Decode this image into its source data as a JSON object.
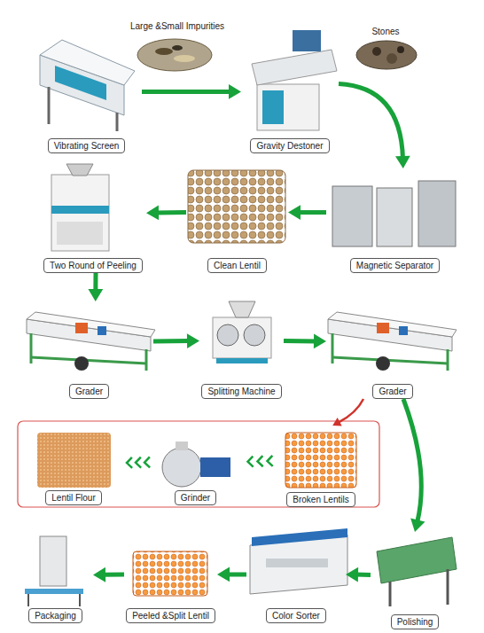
{
  "diagram": {
    "nodes": [
      {
        "text": [
          "Vibrating Screen"
        ]
      },
      {
        "text": [
          "Gravity Destoner"
        ]
      },
      {
        "text": [
          "Magnetic Separator"
        ]
      },
      {
        "text": [
          "Clean Lentil"
        ]
      },
      {
        "text": [
          "Two Round of Peeling"
        ]
      },
      {
        "text": [
          "Grader"
        ]
      },
      {
        "text": [
          "Splitting Machine"
        ]
      },
      {
        "text": [
          "Grader"
        ]
      },
      {
        "text": [
          "Lentil Flour"
        ]
      },
      {
        "text": [
          "Grinder"
        ]
      },
      {
        "text": [
          "Broken Lentils"
        ]
      },
      {
        "text": [
          "Packaging"
        ]
      },
      {
        "text": [
          "Peeled &Split Lentil"
        ]
      },
      {
        "text": [
          "Color Sorter"
        ]
      },
      {
        "text": [
          "Polishing"
        ]
      }
    ],
    "edges": [
      {
        "from": 0,
        "to": 1,
        "arrow": "to"
      },
      {
        "from": 1,
        "to": 2,
        "arrow": "to"
      },
      {
        "from": 2,
        "to": 3,
        "arrow": "to"
      },
      {
        "from": 3,
        "to": 4,
        "arrow": "to"
      },
      {
        "from": 4,
        "to": 5,
        "arrow": "to"
      },
      {
        "from": 5,
        "to": 6,
        "arrow": "to"
      },
      {
        "from": 6,
        "to": 7,
        "arrow": "to"
      },
      {
        "from": 7,
        "to": 10,
        "arrow": "to"
      },
      {
        "from": 10,
        "to": 9,
        "arrow": "to"
      },
      {
        "from": 9,
        "to": 8,
        "arrow": "to"
      },
      {
        "from": 7,
        "to": 14,
        "arrow": "to"
      },
      {
        "from": 14,
        "to": 13,
        "arrow": "to"
      },
      {
        "from": 13,
        "to": 12,
        "arrow": "to"
      },
      {
        "from": 12,
        "to": 11,
        "arrow": "to"
      }
    ],
    "labels": [
      "Large &Small Impurities",
      "Stones"
    ]
  }
}
